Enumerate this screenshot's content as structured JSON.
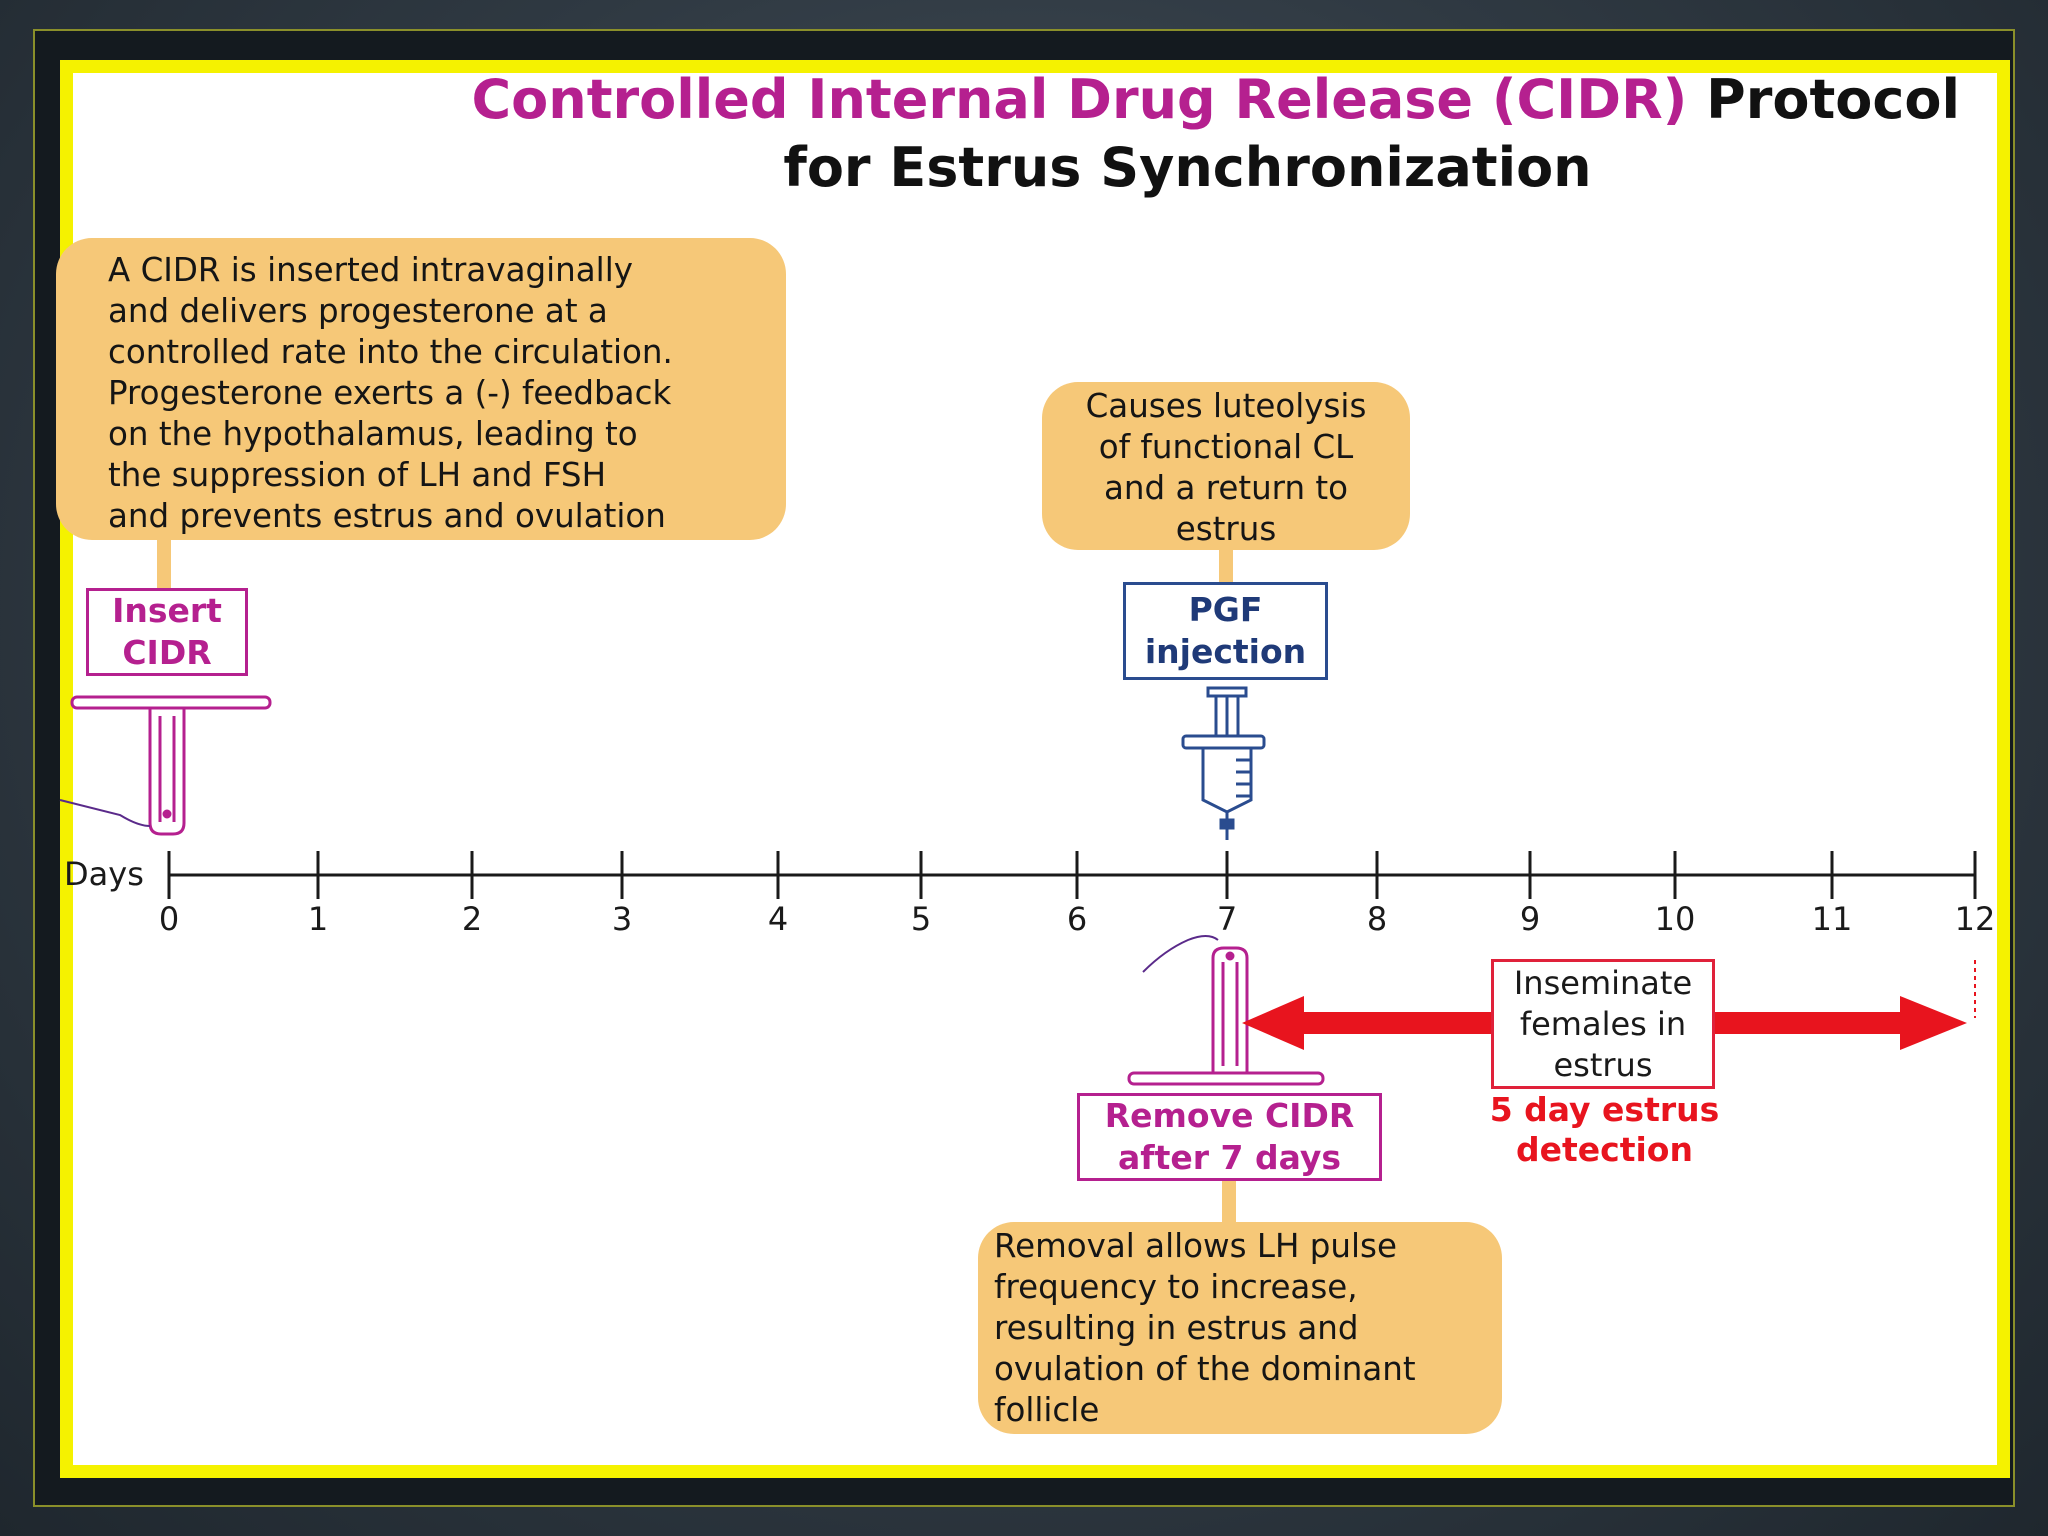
{
  "title": {
    "highlight": "Controlled Internal Drug Release (CIDR)",
    "rest": "Protocol",
    "line2": "for Estrus Synchronization"
  },
  "notes": {
    "cidr": "A CIDR is inserted intravaginally\nand delivers progesterone at a\ncontrolled rate into the circulation.\nProgesterone exerts a (-) feedback\non the hypothalamus, leading to\nthe suppression of LH and FSH\nand prevents estrus and ovulation",
    "pgf": "Causes luteolysis\nof functional CL\nand a return to\nestrus",
    "removal": "Removal allows LH pulse\nfrequency to increase,\nresulting in estrus and\novulation of the dominant\nfollicle"
  },
  "labels": {
    "insert": "Insert\nCIDR",
    "pgf": "PGF\ninjection",
    "remove": "Remove CIDR\nafter 7 days",
    "inseminate": "Inseminate\nfemales in\nestrus",
    "estrus_detection": "5 day estrus\ndetection"
  },
  "timeline": {
    "axis_label": "Days",
    "days": [
      "0",
      "1",
      "2",
      "3",
      "4",
      "5",
      "6",
      "7",
      "8",
      "9",
      "10",
      "11",
      "12"
    ]
  },
  "colors": {
    "magenta": "#b5208f",
    "navy": "#2a4c8f",
    "red": "#e8141e",
    "note_fill": "#f6c878",
    "frame_yellow": "#f5f200"
  },
  "icons": [
    "cidr-device-icon",
    "syringe-icon",
    "cidr-removed-icon"
  ]
}
